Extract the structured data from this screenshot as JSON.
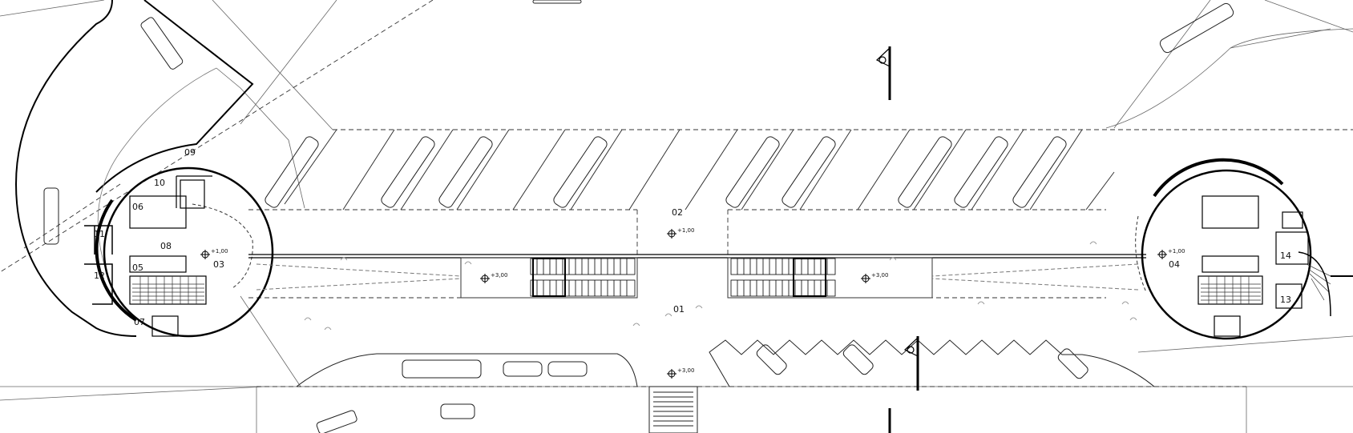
{
  "plan": {
    "zone_labels": {
      "z01": "01",
      "z02": "02",
      "z03": "03",
      "z04": "04"
    },
    "room_labels": {
      "r05": "05",
      "r06": "06",
      "r07": "07",
      "r08": "08",
      "r09": "09",
      "r10": "10",
      "r11": "11",
      "r12": "12",
      "r13": "13",
      "r14": "14"
    },
    "levels": {
      "lv_left_hub": "+1,00",
      "lv_right_hub": "+1,00",
      "lv_center_top": "+1,00",
      "lv_left_ramp": "+3,00",
      "lv_right_ramp": "+3,00",
      "lv_bottom": "+3,00"
    },
    "colors": {
      "line": "#1a1a1a",
      "thin": "#555555",
      "wall": "#000000",
      "background": "#ffffff"
    }
  }
}
